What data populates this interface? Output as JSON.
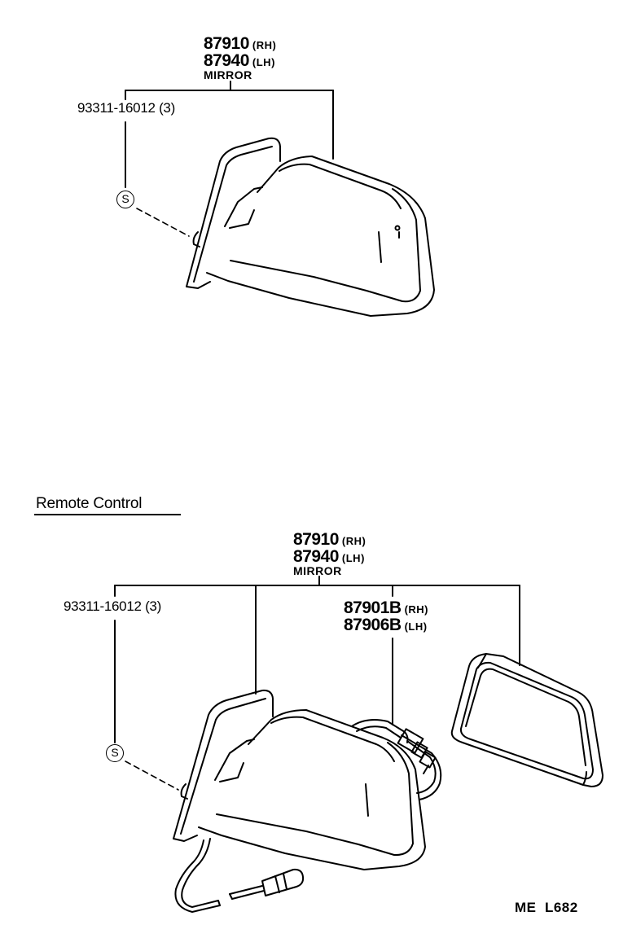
{
  "top_assembly": {
    "part_rh": "87910",
    "tag_rh": "(RH)",
    "part_lh": "87940",
    "tag_lh": "(LH)",
    "name": "MIRROR",
    "screw": "93311-16012 (3)",
    "screw_symbol": "S"
  },
  "remote_assembly": {
    "section_title": "Remote Control",
    "part_rh": "87910",
    "tag_rh": "(RH)",
    "part_lh": "87940",
    "tag_lh": "(LH)",
    "name": "MIRROR",
    "screw": "93311-16012 (3)",
    "screw_symbol": "S",
    "glass_rh": "87901B",
    "glass_tag_rh": "(RH)",
    "glass_lh": "87906B",
    "glass_tag_lh": "(LH)"
  },
  "drawing_code": "ME  L682"
}
